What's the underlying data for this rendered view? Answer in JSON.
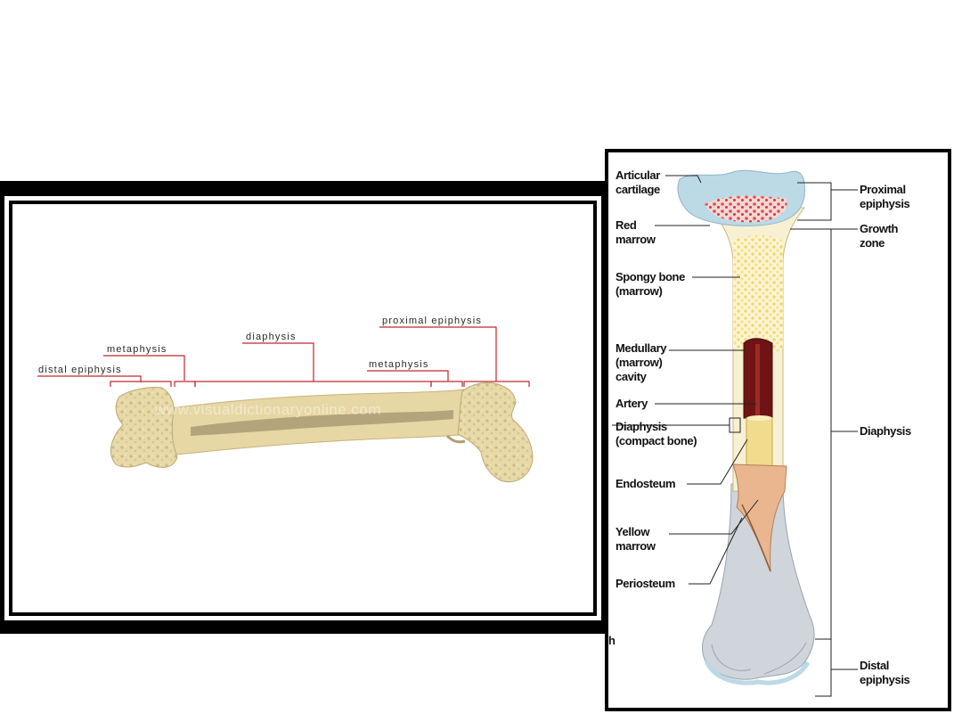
{
  "left_diagram": {
    "labels": {
      "proximal_epiphysis": "proximal epiphysis",
      "metaphysis_left": "metaphysis",
      "diaphysis": "diaphysis",
      "metaphysis_right": "metaphysis",
      "distal_epiphysis": "distal epiphysis"
    },
    "watermark": "www.visualdictionaryonline.com",
    "line_color": "#c0272d",
    "bone_color": "#e6d7a4"
  },
  "right_diagram": {
    "labels": {
      "articular_cartilage": [
        "Articular",
        "cartilage"
      ],
      "red_marrow": [
        "Red",
        "marrow"
      ],
      "spongy_bone": [
        "Spongy bone",
        "(marrow)"
      ],
      "medullary_cavity": [
        "Medullary",
        "(marrow)",
        "cavity"
      ],
      "artery": [
        "Artery"
      ],
      "diaphysis_compact": [
        "Diaphysis",
        "(compact bone)"
      ],
      "endosteum": [
        "Endosteum"
      ],
      "yellow_marrow": [
        "Yellow",
        "marrow"
      ],
      "periosteum": [
        "Periosteum"
      ],
      "proximal_epiphysis": [
        "Proximal",
        "epiphysis"
      ],
      "growth_zone": [
        "Growth",
        "zone"
      ],
      "diaphysis": [
        "Diaphysis"
      ],
      "distal_epiphysis": [
        "Distal",
        "epiphysis"
      ]
    },
    "stray_char": "h",
    "colors": {
      "cartilage": "#bcd9e6",
      "red_marrow": "#d8505a",
      "spongy": "#f3e39a",
      "medullary": "#6e1414",
      "yellow_marrow": "#f1db8c",
      "periosteum": "#e9b690",
      "bone_shaft": "#cfd5da"
    }
  }
}
